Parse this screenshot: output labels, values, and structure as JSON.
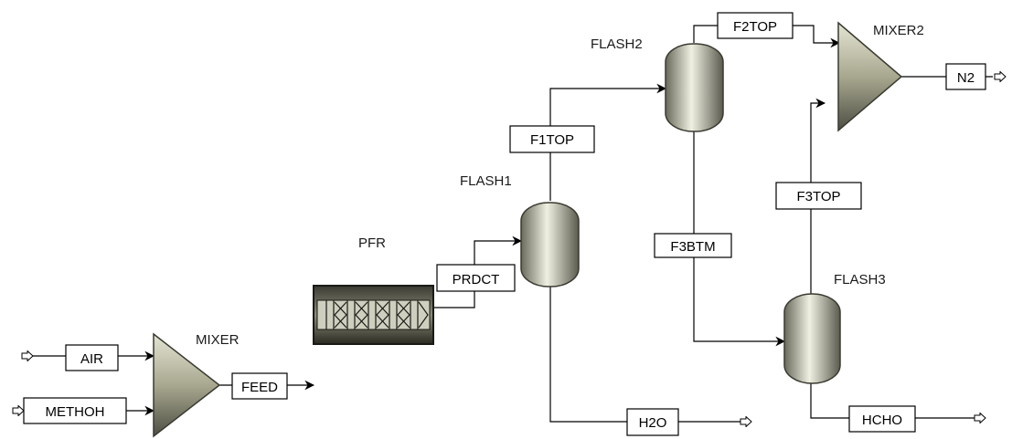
{
  "blocks": {
    "mixer": "MIXER",
    "pfr": "PFR",
    "flash1": "FLASH1",
    "flash2": "FLASH2",
    "flash3": "FLASH3",
    "mixer2": "MIXER2"
  },
  "streams": {
    "air": "AIR",
    "methoh": "METHOH",
    "feed": "FEED",
    "prdct": "PRDCT",
    "f1top": "F1TOP",
    "h2o": "H2O",
    "f2top": "F2TOP",
    "f3btm": "F3BTM",
    "f3top": "F3TOP",
    "hcho": "HCHO",
    "n2": "N2"
  },
  "colors": {
    "equipment_light": "#e8e8d8",
    "equipment_mid": "#b4b49e",
    "equipment_dark": "#55554a",
    "reactor_dark": "#2e2e26",
    "line": "#000000"
  }
}
